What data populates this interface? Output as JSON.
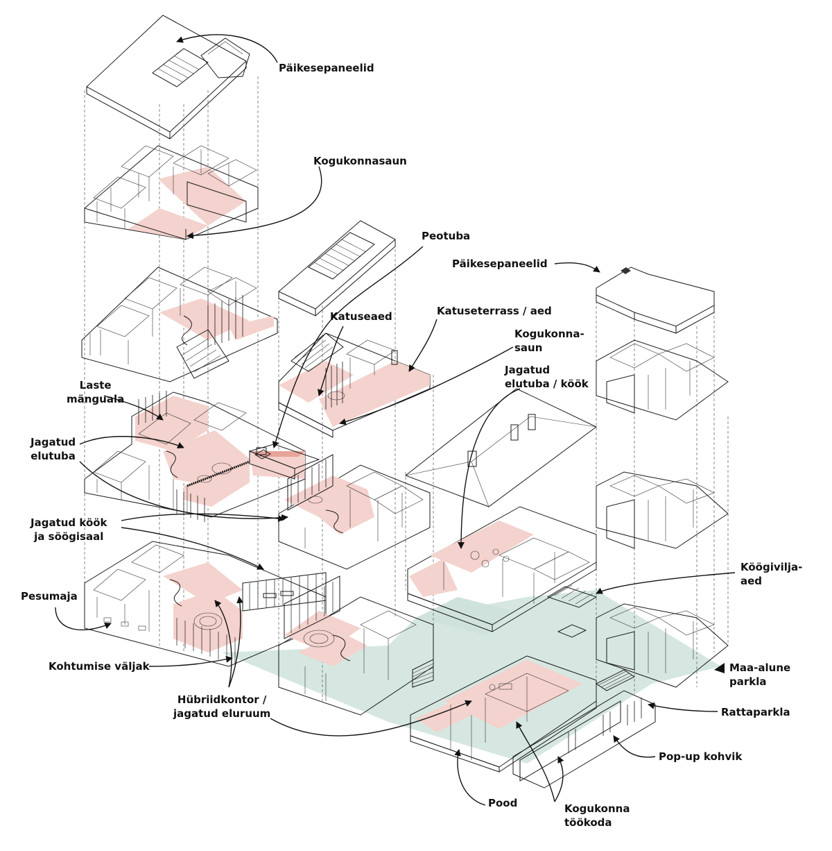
{
  "colors": {
    "pink": "#f4d2cd",
    "pink_dark": "#e7a49b",
    "green": "#cfe3dc",
    "line": "#1a1a1a",
    "wall": "#ffffff"
  },
  "labels": {
    "solar_top": "Päikesepaneelid",
    "sauna_top": "Kogukonnasaun",
    "party_room": "Peotuba",
    "solar_right": "Päikesepaneelid",
    "roof_garden": "Katuseaed",
    "roof_terrace": "Katuseterrass / aed",
    "sauna_mid_1": "Kogukonna-",
    "sauna_mid_2": "saun",
    "kids_1": "Laste",
    "kids_2": "mänguala",
    "shared_living_1": "Jagatud",
    "shared_living_2": "elutuba",
    "shared_lk_1": "Jagatud",
    "shared_lk_2": "elutuba / köök",
    "shared_kitchen_1": "Jagatud köök",
    "shared_kitchen_2": "ja söögisaal",
    "veg_1": "Köögivilja-",
    "veg_2": "aed",
    "laundry": "Pesumaja",
    "meeting": "Kohtumise väljak",
    "parking_1": "Maa-alune",
    "parking_2": "parkla",
    "bike": "Rattaparkla",
    "hybrid_1": "Hübriidkontor /",
    "hybrid_2": "jagatud eluruum",
    "popup": "Pop-up kohvik",
    "shop": "Pood",
    "workshop_1": "Kogukonna",
    "workshop_2": "töökoda"
  }
}
